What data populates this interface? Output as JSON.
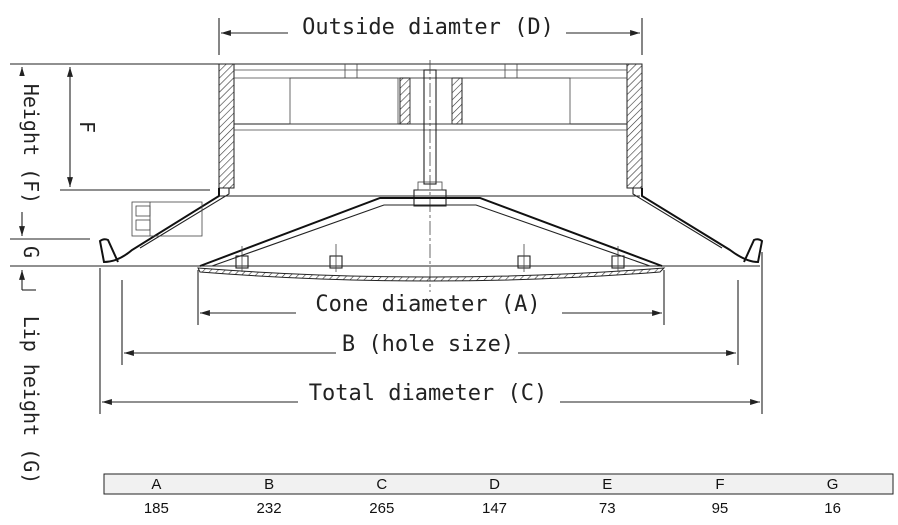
{
  "labels": {
    "outside_diameter": "Outside diamter (D)",
    "height_f_vertical": "Height (F)",
    "f_short": "F",
    "g_short": "G",
    "lip_height_vertical": "Lip height (G)",
    "cone_diameter": "Cone diameter (A)",
    "hole_size": "B (hole size)",
    "total_diameter": "Total diameter (C)"
  },
  "table": {
    "headers": [
      "A",
      "B",
      "C",
      "D",
      "E",
      "F",
      "G"
    ],
    "values": [
      "185",
      "232",
      "265",
      "147",
      "73",
      "95",
      "16"
    ]
  }
}
